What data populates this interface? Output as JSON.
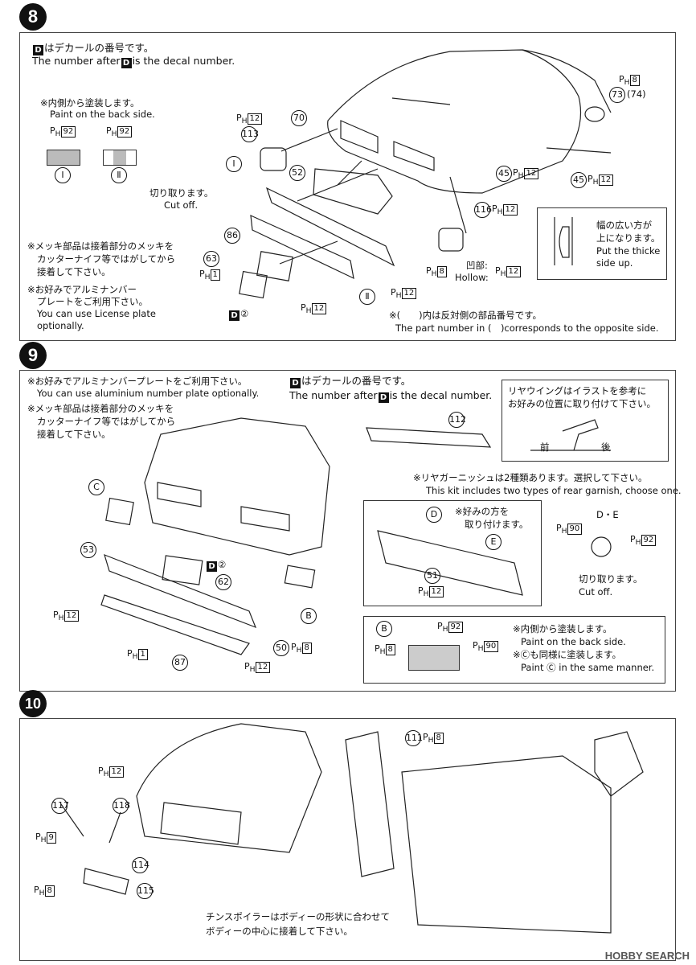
{
  "step8": {
    "number": "8",
    "decal_note_jp": "はデカールの番号です。",
    "decal_note_en_pre": "The number after",
    "decal_note_en_post": "is the decal number.",
    "decal_key": "D",
    "back_side_jp": "※内側から塗装します。",
    "back_side_en": "Paint on the back side.",
    "ph92_a": "92",
    "ph92_b": "92",
    "part_I": "Ⅰ",
    "part_H": "Ⅱ",
    "cut_off_jp": "切り取ります。",
    "cut_off_en": "Cut off.",
    "chrome_note_1": "※メッキ部品は接着部分のメッキを",
    "chrome_note_2": "カッターナイフ等ではがしてから",
    "chrome_note_3": "接着して下さい。",
    "alu_note_1": "※お好みでアルミナンバー",
    "alu_note_2": "プレートをご利用下さい。",
    "alu_note_3": "You can use License plate",
    "alu_note_4": "optionally.",
    "parts": [
      "113",
      "70",
      "52",
      "86",
      "63",
      "73",
      "74",
      "45",
      "45",
      "116"
    ],
    "ph_labels": [
      "12",
      "8",
      "12",
      "12",
      "1",
      "8",
      "12",
      "12",
      "12"
    ],
    "decal_2": "②",
    "hollow_jp": "凹部:",
    "hollow_en": "Hollow:",
    "wide_jp_1": "幅の広い方が",
    "wide_jp_2": "上になります。",
    "wide_en_1": "Put the thicke",
    "wide_en_2": "side up.",
    "opposite_jp": "※(　　)内は反対側の部品番号です。",
    "opposite_en": "The part number in (　)corresponds to the opposite side."
  },
  "step9": {
    "number": "9",
    "alu_note_jp": "※お好みでアルミナンバープレートをご利用下さい。",
    "alu_note_en": "You can use aluminium number plate optionally.",
    "chrome_note_1": "※メッキ部品は接着部分のメッキを",
    "chrome_note_2": "カッターナイフ等ではがしてから",
    "chrome_note_3": "接着して下さい。",
    "decal_note_jp": "はデカールの番号です。",
    "decal_note_en_pre": "The number after",
    "decal_note_en_post": "is the decal number.",
    "wing_jp_1": "リヤウイングはイラストを参考に",
    "wing_jp_2": "お好みの位置に取り付けて下さい。",
    "wing_front": "前",
    "wing_back": "後",
    "garnish_jp": "※リヤガーニッシュは2種類あります。選択して下さい。",
    "garnish_en": "This kit includes two types of rear garnish, choose one.",
    "choose_jp_1": "※好みの方を",
    "choose_jp_2": "取り付けます。",
    "cut_off_jp": "切り取ります。",
    "cut_off_en": "Cut off.",
    "de_label": "D・E",
    "ph90": "90",
    "ph92": "92",
    "back_side_jp": "※内側から塗装します。",
    "back_side_en": "Paint on the back side.",
    "same_jp": "※Ⓒも同様に塗装します。",
    "same_en": "Paint Ⓒ in the same manner.",
    "parts": [
      "112",
      "53",
      "62",
      "51",
      "50",
      "87"
    ],
    "letters": [
      "C",
      "D",
      "E",
      "B"
    ],
    "decal_2": "②"
  },
  "step10": {
    "number": "10",
    "parts": [
      "117",
      "118",
      "114",
      "115",
      "111"
    ],
    "ph_labels": [
      "12",
      "9",
      "8",
      "8"
    ],
    "spoiler_jp_1": "チンスポイラーはボディーの形状に合わせて",
    "spoiler_jp_2": "ボディーの中心に接着して下さい。"
  },
  "watermark": "HOBBY SEARCH"
}
